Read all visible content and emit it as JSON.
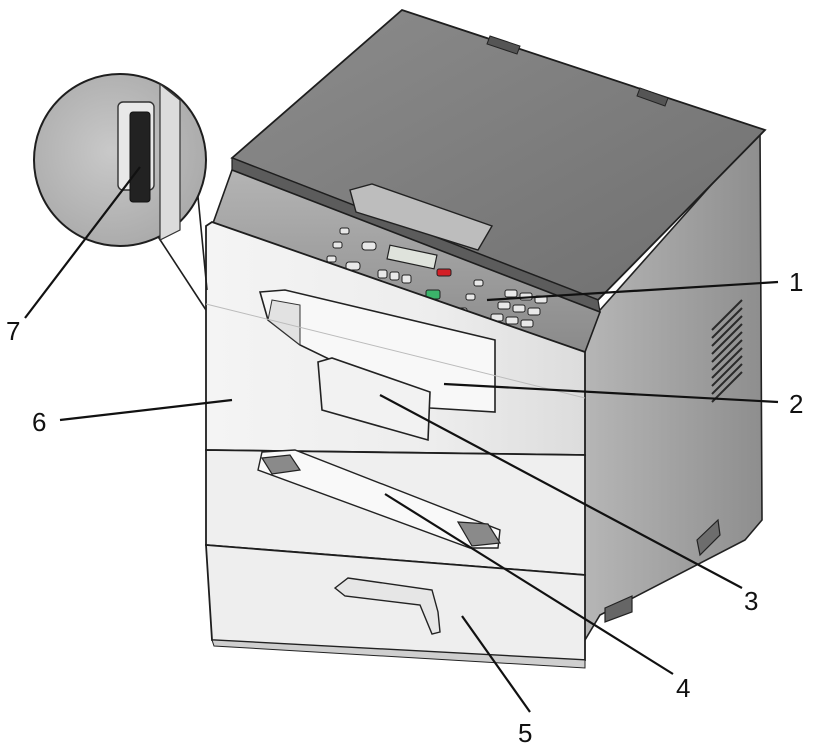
{
  "figure": {
    "callouts": [
      {
        "id": "1",
        "label": "1"
      },
      {
        "id": "2",
        "label": "2"
      },
      {
        "id": "3",
        "label": "3"
      },
      {
        "id": "4",
        "label": "4"
      },
      {
        "id": "5",
        "label": "5"
      },
      {
        "id": "6",
        "label": "6"
      },
      {
        "id": "7",
        "label": "7"
      }
    ]
  },
  "colors": {
    "body_light": "#ececec",
    "body_mid": "#d6d6d6",
    "body_dark": "#8f8f8f",
    "panel": "#9a9a9a",
    "lid": "#7e7e7e",
    "stop_button": "#d41f26",
    "start_button": "#3bb36a"
  }
}
